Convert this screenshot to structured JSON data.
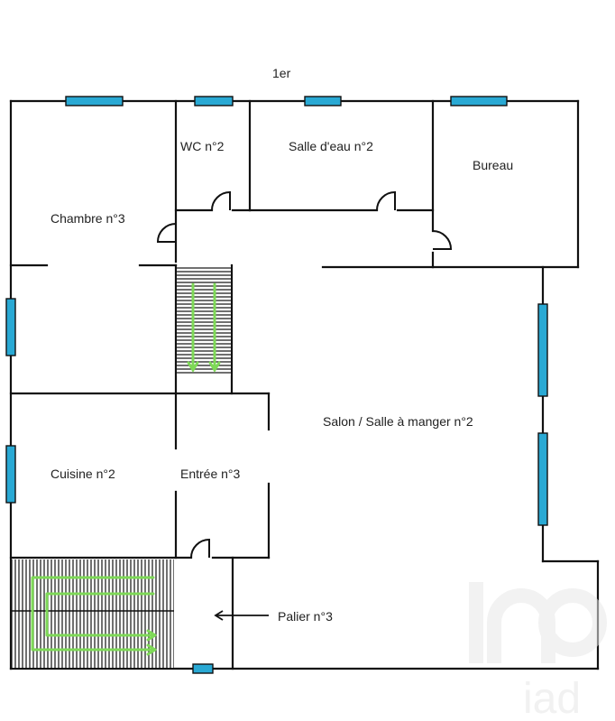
{
  "plan": {
    "level": "1er",
    "rooms": {
      "wc": "WC n°2",
      "salle_eau": "Salle d'eau n°2",
      "bureau": "Bureau",
      "chambre": "Chambre n°3",
      "salon": "Salon / Salle à manger n°2",
      "cuisine": "Cuisine n°2",
      "entree": "Entrée n°3",
      "palier": "Palier n°3"
    },
    "watermark": "iad",
    "colors": {
      "wall": "#111111",
      "window": "#29a9d4",
      "stair_arrow": "#7ed957"
    }
  }
}
